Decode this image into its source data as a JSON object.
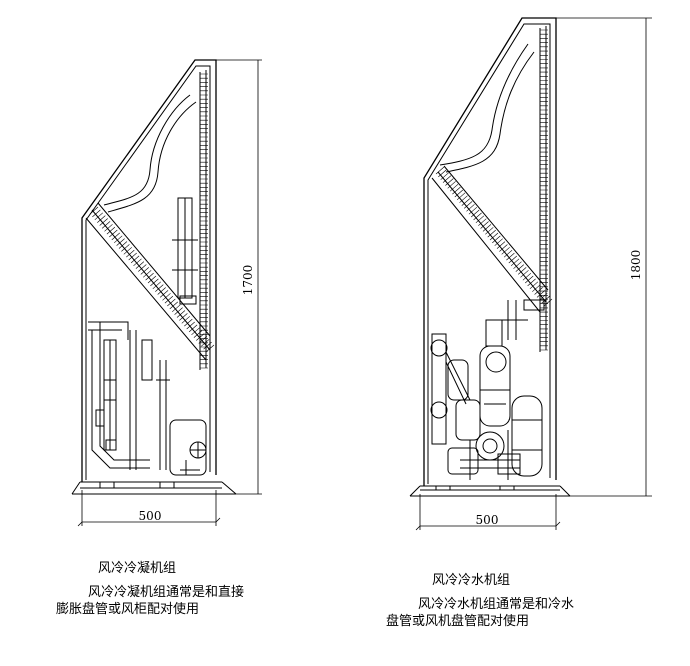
{
  "left_unit": {
    "title": "风冷冷凝机组",
    "description": "风冷冷凝机组通常是和直接膨胀盘管或风柜配对使用",
    "width_label": "500",
    "height_label": "1700"
  },
  "right_unit": {
    "title": "风冷冷水机组",
    "description": "风冷冷水机组通常是和冷水盘管或风机盘管配对使用",
    "width_label": "500",
    "height_label": "1800"
  }
}
